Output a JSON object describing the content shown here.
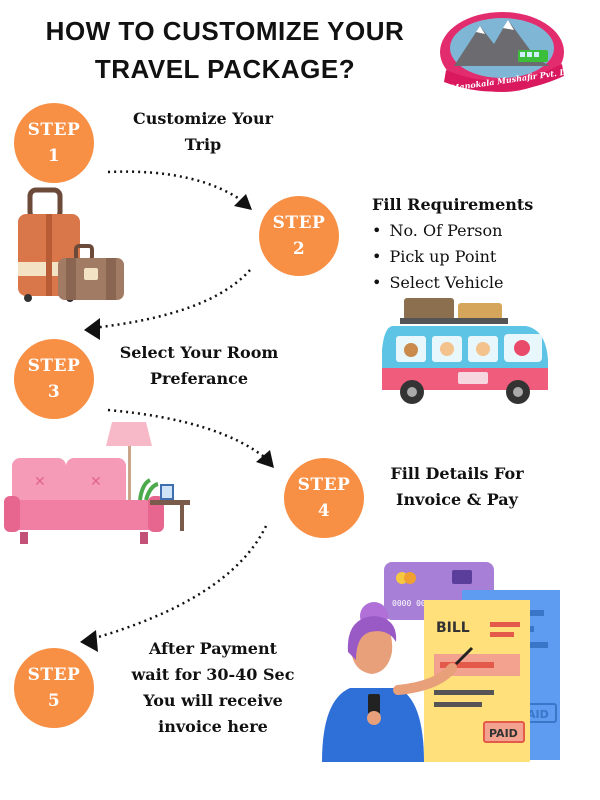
{
  "title": {
    "line1": "HOW TO CUSTOMIZE YOUR",
    "line2": "TRAVEL PACKAGE?"
  },
  "logo": {
    "text": "Manokala Mushafir Pvt. Ltd."
  },
  "steps": [
    {
      "word": "STEP",
      "number": "1",
      "lines": [
        "Customize Your",
        "Trip"
      ]
    },
    {
      "word": "STEP",
      "number": "2",
      "heading": "Fill Requirements",
      "items": [
        "No. Of Person",
        "Pick up Point",
        "Select Vehicle"
      ]
    },
    {
      "word": "STEP",
      "number": "3",
      "lines": [
        "Select Your Room",
        "Preferance"
      ]
    },
    {
      "word": "STEP",
      "number": "4",
      "lines": [
        "Fill Details For",
        "Invoice & Pay"
      ]
    },
    {
      "word": "STEP",
      "number": "5",
      "lines": [
        "After Payment",
        "wait for 30-40 Sec",
        "You will receive",
        "invoice here"
      ]
    }
  ],
  "illustrations": {
    "bill_label": "BILL",
    "paid_label": "PAID",
    "paid_label_back": "AID"
  },
  "colors": {
    "step_circle": "#f78f45",
    "card": "#a77fd6",
    "bill": "#ffe07a",
    "receipt": "#5d9cf0",
    "bus": "#5ec4e6",
    "sofa": "#f59bb8"
  }
}
